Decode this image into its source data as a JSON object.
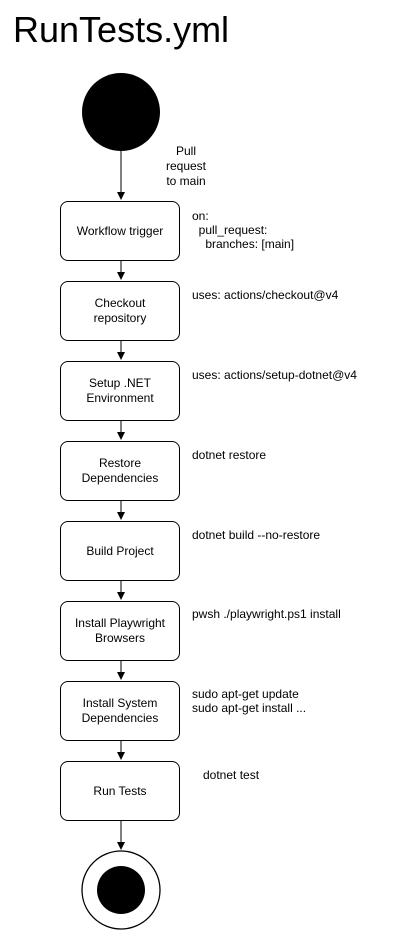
{
  "title": "RunTests.yml",
  "start_label": "Pull\nrequest\nto main",
  "steps": [
    {
      "label": "Workflow trigger",
      "note": "on:\n  pull_request:\n    branches: [main]"
    },
    {
      "label": "Checkout repository",
      "note": "uses: actions/checkout@v4"
    },
    {
      "label": "Setup .NET\nEnvironment",
      "note": "uses: actions/setup-dotnet@v4"
    },
    {
      "label": "Restore\nDependencies",
      "note": "dotnet restore"
    },
    {
      "label": "Build Project",
      "note": "dotnet build --no-restore"
    },
    {
      "label": "Install Playwright\nBrowsers",
      "note": "pwsh ./playwright.ps1 install"
    },
    {
      "label": "Install System\nDependencies",
      "note": "sudo apt-get update\nsudo apt-get install ..."
    },
    {
      "label": "Run Tests",
      "note": "dotnet test"
    }
  ]
}
